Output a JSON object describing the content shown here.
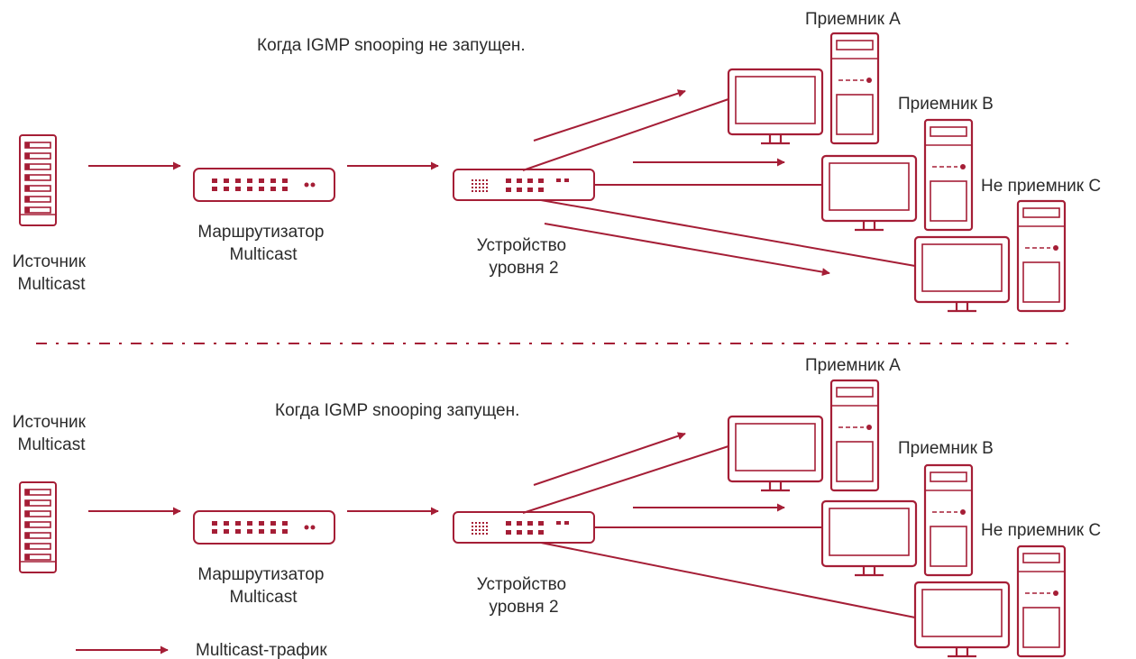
{
  "accent_color": "#a51e36",
  "top_panel": {
    "caption": "Когда IGMP snooping не запущен.",
    "source_label": [
      "Источник",
      "Multicast"
    ],
    "router_label": [
      "Маршрутизатор",
      "Multicast"
    ],
    "switch_label": [
      "Устройство",
      "уровня 2"
    ],
    "receiver_a": "Приемник A",
    "receiver_b": "Приемник B",
    "non_receiver_c": "Не приемник C"
  },
  "bottom_panel": {
    "caption": "Когда IGMP snooping запущен.",
    "source_label": [
      "Источник",
      "Multicast"
    ],
    "router_label": [
      "Маршрутизатор",
      "Multicast"
    ],
    "switch_label": [
      "Устройство",
      "уровня 2"
    ],
    "receiver_a": "Приемник A",
    "receiver_b": "Приемник B",
    "non_receiver_c": "Не приемник C"
  },
  "legend": {
    "label": "Multicast-трафик",
    "icon": "arrow-icon"
  }
}
